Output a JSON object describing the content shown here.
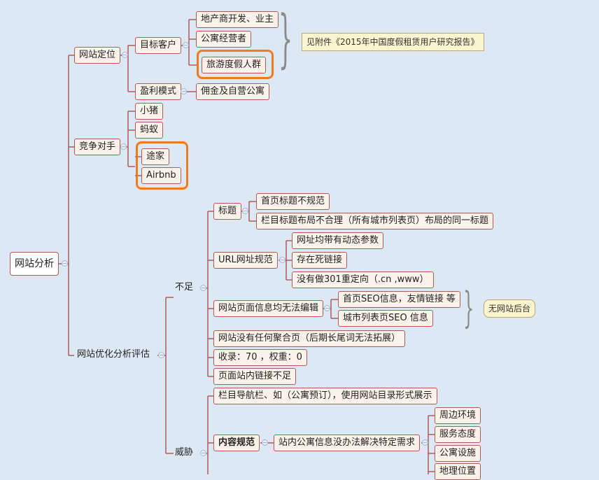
{
  "root": "网站分析",
  "positioning": {
    "title": "网站定位",
    "target": "目标客户",
    "target_items": [
      "地产商开发、业主",
      "公寓经营者",
      "旅游度假人群"
    ],
    "target_note": "见附件《2015年中国度假租赁用户研究报告》",
    "profit": "盈利模式",
    "profit_item": "佣金及自营公寓"
  },
  "competitors": {
    "title": "竞争对手",
    "items": [
      "小猪",
      "蚂蚁",
      "途家",
      "Airbnb"
    ]
  },
  "optimization": {
    "title": "网站优化分析评估",
    "weakness": {
      "title": "不足",
      "heading": "标题",
      "heading_items": [
        "首页标题不规范",
        "栏目标题布局不合理（所有城市列表页）布局的同一标题"
      ],
      "url": "URL网址规范",
      "url_items": [
        "网址均带有动态参数",
        "存在死链接",
        "没有做301重定向（.cn ,www）"
      ],
      "edit": "网站页面信息均无法编辑",
      "edit_items": [
        "首页SEO信息，友情链接 等",
        "城市列表页SEO 信息"
      ],
      "edit_note": "无网站后台",
      "aggregate": "网站没有任何聚合页（后期长尾词无法拓展）",
      "indexed": "收录：70 ，权重：0",
      "internal": "页面站内链接不足"
    },
    "threat": {
      "title": "威胁",
      "nav": "栏目导航栏、如（公寓预订），使用网站目录形式展示",
      "content": "内容规范",
      "content_item": "站内公寓信息没办法解决特定需求",
      "content_sub": [
        "周边环境",
        "服务态度",
        "公寓设施",
        "地理位置"
      ]
    }
  },
  "colors": {
    "background": "#dce9f5",
    "line": "#b05a5a",
    "highlight": "#ee7b20",
    "note": "#fbf5cf"
  }
}
